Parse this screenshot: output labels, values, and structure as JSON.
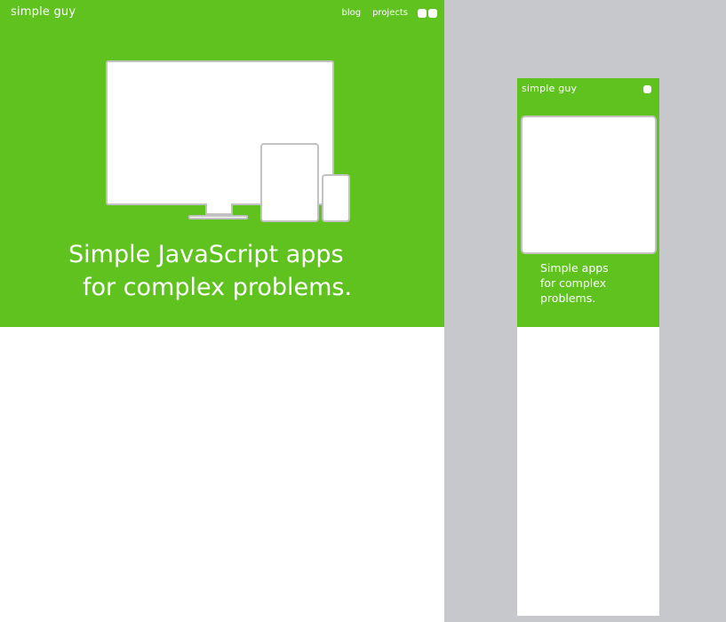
{
  "desktop": {
    "brand": "simple guy",
    "nav": [
      {
        "label": "blog"
      },
      {
        "label": "projects"
      }
    ],
    "headline": [
      "Simple JavaScript apps",
      "for complex problems."
    ]
  },
  "mobile": {
    "brand": "simple guy",
    "headline": [
      "Simple apps",
      "for complex",
      "problems."
    ]
  },
  "colors": {
    "accent": "#5fc21f",
    "background": "#c7c8cc",
    "device_outline": "#c2c2c2",
    "text_on_accent": "#ffffff"
  },
  "icons": {
    "desktop_menu": "dual-square-menu-icon",
    "mobile_menu": "square-menu-icon",
    "illustration": [
      "monitor-icon",
      "tablet-icon",
      "phone-icon"
    ]
  }
}
